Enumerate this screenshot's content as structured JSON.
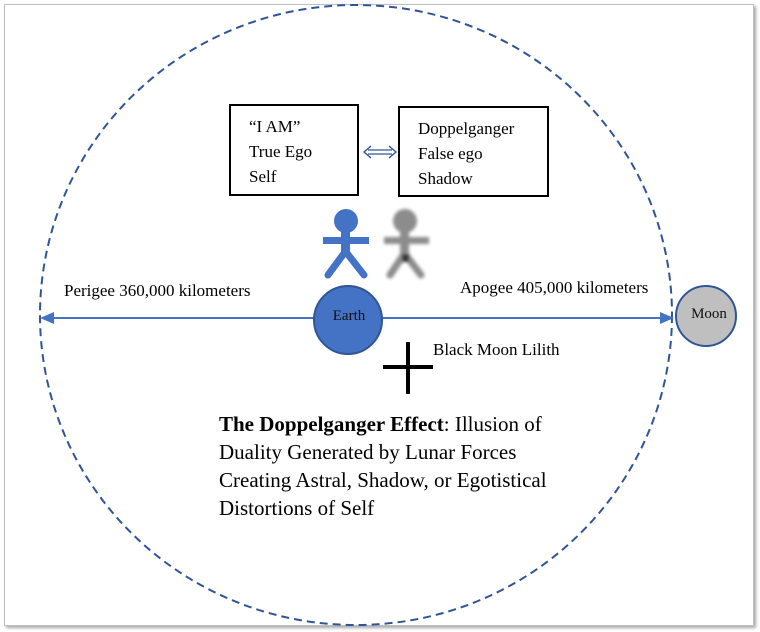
{
  "boxes": {
    "true_self": {
      "lines": [
        "“I AM”",
        "True Ego",
        "Self"
      ]
    },
    "doppelganger": {
      "lines": [
        "Doppelganger",
        "False ego",
        "Shadow"
      ]
    }
  },
  "labels": {
    "perigee": "Perigee 360,000 kilometers",
    "apogee": "Apogee 405,000 kilometers",
    "earth": "Earth",
    "moon": "Moon",
    "lilith": "Black Moon Lilith"
  },
  "caption": {
    "bold": "The Doppelganger Effect",
    "rest": ": Illusion of Duality Generated by Lunar Forces Creating Astral, Shadow, or Egotistical Distortions of Self"
  },
  "colors": {
    "orbit": "#2f5597",
    "earth_fill": "#4472c4",
    "earth_stroke": "#2f5597",
    "moon_fill": "#bfbfbf",
    "moon_stroke": "#2f5597",
    "figure_blue": "#4472c4",
    "figure_gray": "#8c8c8c",
    "arrow": "#4472c4"
  },
  "icons": {
    "true_self_figure": "stick-figure-icon",
    "shadow_figure": "shadow-figure-icon",
    "lilith": "black-moon-lilith-symbol",
    "double_arrow": "double-arrow-icon"
  }
}
